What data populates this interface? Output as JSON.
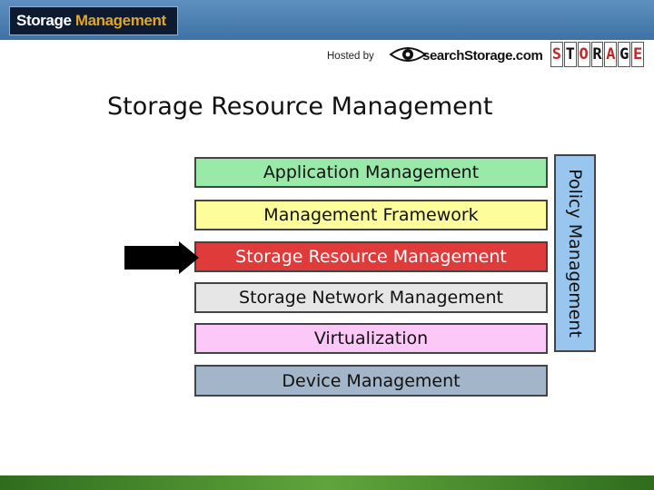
{
  "header": {
    "logo_word1": "Storage",
    "logo_word2": "Management",
    "hosted_label": "Hosted by",
    "host_logo_text": "searchStorage.com",
    "host_icon": "eye-icon",
    "magazine_letters": [
      "S",
      "T",
      "O",
      "R",
      "A",
      "G",
      "E"
    ],
    "colors": {
      "band": "#3f73a6",
      "logo_box": "#0c1b30",
      "logo_accent": "#e2a526"
    }
  },
  "page_title": "Storage Resource Management",
  "stack": {
    "layers": [
      {
        "label": "Application Management",
        "color": "#99e9a9"
      },
      {
        "label": "Management Framework",
        "color": "#fdfd9c"
      },
      {
        "label": "Storage Resource Management",
        "color": "#e03b3b",
        "highlighted": true
      },
      {
        "label": "Storage Network Management",
        "color": "#e6e6e6"
      },
      {
        "label": "Virtualization",
        "color": "#fbc8f7"
      },
      {
        "label": "Device Management",
        "color": "#a3b5c9"
      }
    ],
    "side_label": "Policy Management",
    "side_color": "#98c6ee",
    "pointer_icon": "arrow-right-icon"
  },
  "footer": {
    "color": "#5fa53c"
  }
}
